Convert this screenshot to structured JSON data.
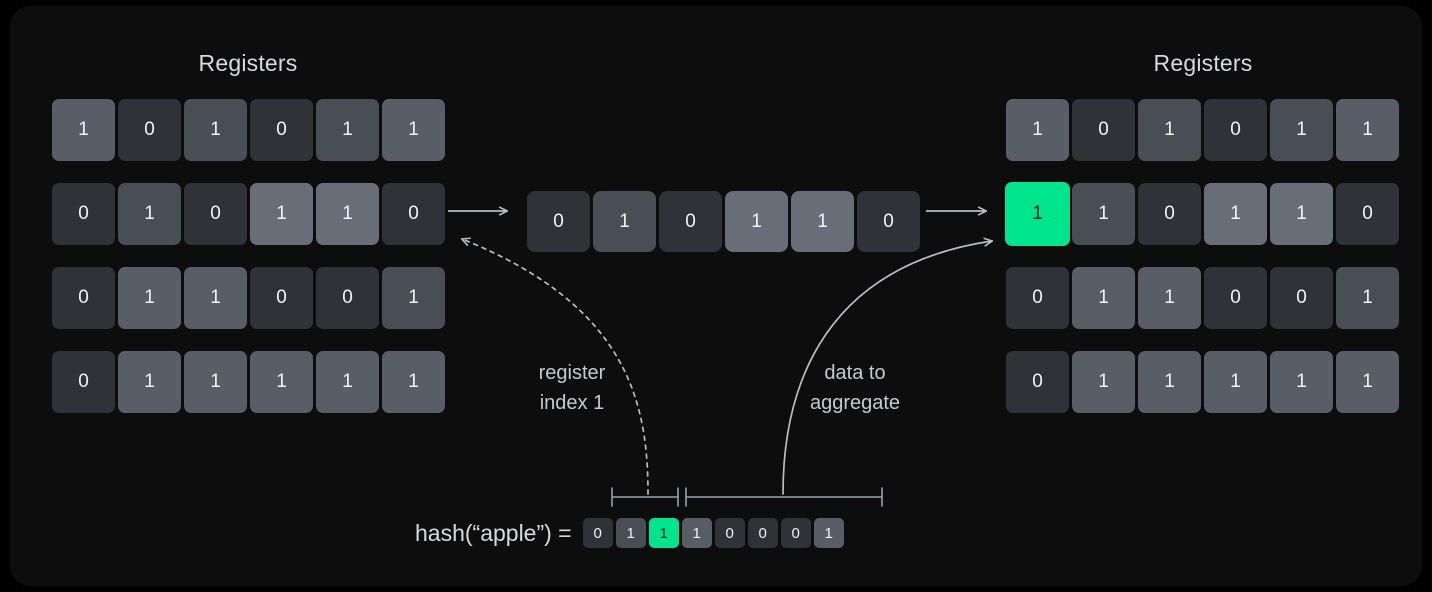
{
  "canvas": {
    "background": "#0d0d0d",
    "page_background": "#000000",
    "accent": "#00e58c"
  },
  "left_panel": {
    "title": "Registers",
    "rows": [
      {
        "values": [
          "1",
          "0",
          "1",
          "0",
          "1",
          "1"
        ],
        "tones": [
          4,
          1,
          3,
          1,
          3,
          4
        ],
        "highlight": [
          false,
          false,
          false,
          false,
          false,
          false
        ]
      },
      {
        "values": [
          "0",
          "1",
          "0",
          "1",
          "1",
          "0"
        ],
        "tones": [
          1,
          3,
          1,
          5,
          5,
          1
        ],
        "highlight": [
          false,
          false,
          false,
          false,
          false,
          false
        ]
      },
      {
        "values": [
          "0",
          "1",
          "1",
          "0",
          "0",
          "1"
        ],
        "tones": [
          1,
          4,
          4,
          1,
          1,
          3
        ],
        "highlight": [
          false,
          false,
          false,
          false,
          false,
          false
        ]
      },
      {
        "values": [
          "0",
          "1",
          "1",
          "1",
          "1",
          "1"
        ],
        "tones": [
          1,
          4,
          4,
          4,
          4,
          4
        ],
        "highlight": [
          false,
          false,
          false,
          false,
          false,
          false
        ]
      }
    ]
  },
  "middle_row": {
    "values": [
      "0",
      "1",
      "0",
      "1",
      "1",
      "0"
    ],
    "tones": [
      1,
      3,
      1,
      5,
      5,
      1
    ]
  },
  "right_panel": {
    "title": "Registers",
    "rows": [
      {
        "values": [
          "1",
          "0",
          "1",
          "0",
          "1",
          "1"
        ],
        "tones": [
          4,
          1,
          3,
          1,
          3,
          4
        ],
        "highlight": [
          false,
          false,
          false,
          false,
          false,
          false
        ]
      },
      {
        "values": [
          "1",
          "1",
          "0",
          "1",
          "1",
          "0"
        ],
        "tones": [
          0,
          3,
          1,
          5,
          5,
          1
        ],
        "highlight": [
          true,
          false,
          false,
          false,
          false,
          false
        ]
      },
      {
        "values": [
          "0",
          "1",
          "1",
          "0",
          "0",
          "1"
        ],
        "tones": [
          1,
          4,
          4,
          1,
          1,
          3
        ],
        "highlight": [
          false,
          false,
          false,
          false,
          false,
          false
        ]
      },
      {
        "values": [
          "0",
          "1",
          "1",
          "1",
          "1",
          "1"
        ],
        "tones": [
          1,
          4,
          4,
          4,
          4,
          4
        ],
        "highlight": [
          false,
          false,
          false,
          false,
          false,
          false
        ]
      }
    ]
  },
  "annotations": {
    "register_index": "register\nindex 1",
    "data_to_aggregate": "data to\naggregate"
  },
  "hash": {
    "label": "hash(“apple”) =",
    "bits": [
      "0",
      "1",
      "1",
      "1",
      "0",
      "0",
      "0",
      "1"
    ],
    "tones": [
      1,
      3,
      0,
      4,
      1,
      1,
      1,
      4
    ],
    "highlight": [
      false,
      false,
      true,
      false,
      false,
      false,
      false,
      false
    ],
    "bracket_index_bits": 2,
    "bracket_data_bits": 6
  },
  "arrows": {
    "extract_arrow": "arrow-right-solid",
    "merge_arrow": "arrow-right-solid",
    "index_arrow": "arrow-left-dashed-curve",
    "aggregate_arrow": "arrow-up-right-solid-curve"
  }
}
